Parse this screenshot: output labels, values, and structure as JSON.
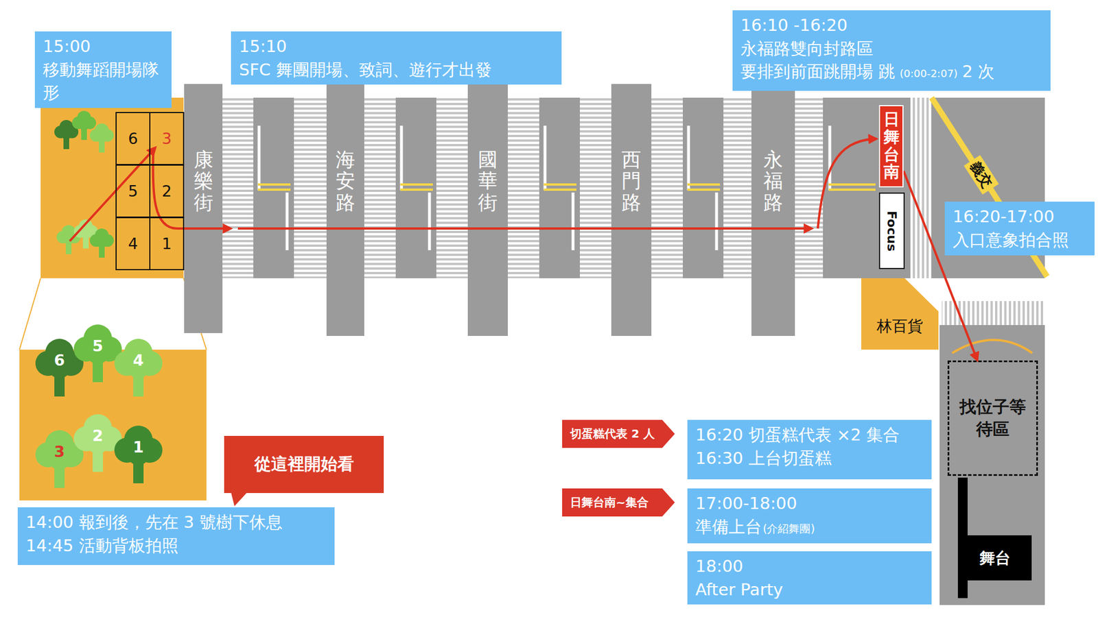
{
  "diagram": {
    "nodes": [
      {
        "text": [
          "15:00",
          "移動舞蹈開場隊形"
        ]
      },
      {
        "text": [
          "15:10",
          "SFC 舞團開場、致詞、遊行才出發"
        ]
      },
      {
        "text": [
          "16:10 -16:20",
          "永福路雙向封路區",
          "要排到前面跳開場 跳",
          "(0:00-2:07)",
          "2 次"
        ]
      },
      {
        "text": [
          "6"
        ]
      },
      {
        "text": [
          "3"
        ]
      },
      {
        "text": [
          "5"
        ]
      },
      {
        "text": [
          "2"
        ]
      },
      {
        "text": [
          "4"
        ]
      },
      {
        "text": [
          "1"
        ]
      },
      {
        "text": [
          "康樂街"
        ]
      },
      {
        "text": [
          "海安路"
        ]
      },
      {
        "text": [
          "國華街"
        ]
      },
      {
        "text": [
          "西門路"
        ]
      },
      {
        "text": [
          "永福路"
        ]
      },
      {
        "text": [
          "日舞台南"
        ]
      },
      {
        "text": [
          "Focus"
        ]
      },
      {
        "text": [
          "16:20-17:00",
          "入口意象拍合照"
        ]
      },
      {
        "text": [
          "林百貨"
        ]
      },
      {
        "text": [
          "找位子等待區"
        ]
      },
      {
        "text": [
          "舞台"
        ]
      },
      {
        "text": [
          "從這裡開始看"
        ]
      },
      {
        "text": [
          "14:00 報到後，先在 3 號樹下休息",
          "14:45 活動背板拍照"
        ]
      },
      {
        "text": [
          "切蛋糕代表 2 人"
        ]
      },
      {
        "text": [
          "16:20 切蛋糕代表 ×2 集合",
          "16:30 上台切蛋糕"
        ]
      },
      {
        "text": [
          "日舞台南~集合"
        ]
      },
      {
        "text": [
          "17:00-18:00",
          "準備上台",
          "(介紹舞團)"
        ]
      },
      {
        "text": [
          "18:00",
          "After Party"
        ]
      }
    ],
    "edges": [
      {
        "from": 14,
        "to": 18,
        "arrow": "to"
      }
    ],
    "labels": [
      "義交",
      "6",
      "5",
      "4",
      "3",
      "2",
      "1"
    ]
  }
}
